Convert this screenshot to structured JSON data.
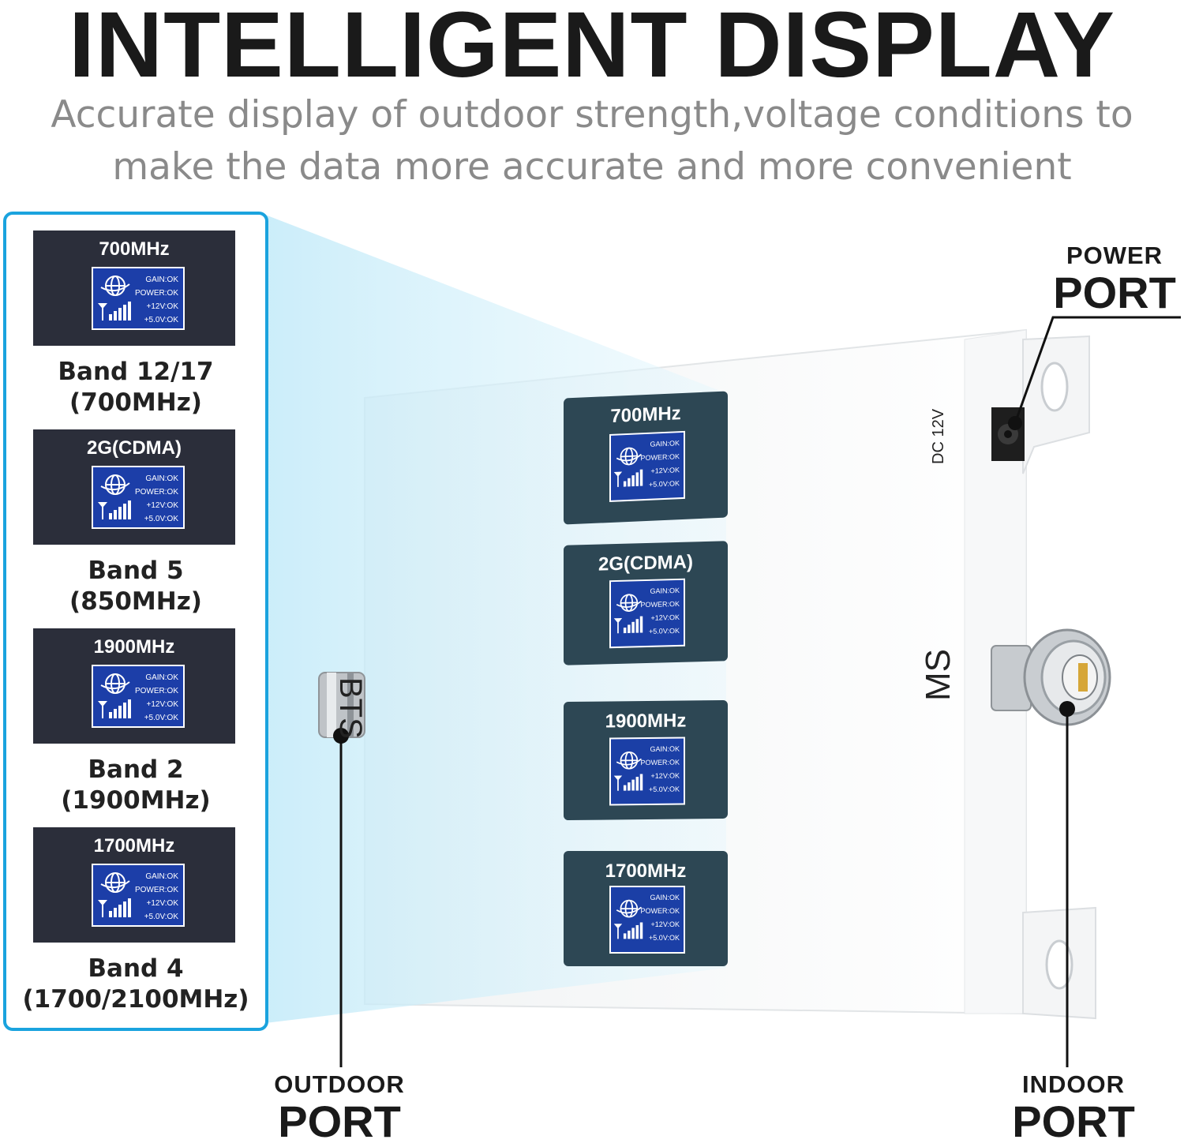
{
  "header": {
    "title": "INTELLIGENT DISPLAY",
    "subtitle_line1": "Accurate display of outdoor strength,voltage conditions to",
    "subtitle_line2": "make the data more accurate and more convenient"
  },
  "lcd_status": [
    "GAIN:OK",
    "POWER:OK",
    "+12V:OK",
    "+5.0V:OK"
  ],
  "bands": [
    {
      "freq": "700MHz",
      "name_line1": "Band 12/17",
      "name_line2": "(700MHz)"
    },
    {
      "freq": "2G(CDMA)",
      "name_line1": "Band 5",
      "name_line2": "(850MHz)"
    },
    {
      "freq": "1900MHz",
      "name_line1": "Band 2",
      "name_line2": "(1900MHz)"
    },
    {
      "freq": "1700MHz",
      "name_line1": "Band 4",
      "name_line2": "(1700/2100MHz)"
    }
  ],
  "device": {
    "bts_label": "BTS",
    "ms_label": "MS",
    "dc_label": "DC 12V"
  },
  "ports": {
    "power": {
      "small": "POWER",
      "big": "PORT"
    },
    "outdoor": {
      "small": "OUTDOOR",
      "big": "PORT"
    },
    "indoor": {
      "small": "INDOOR",
      "big": "PORT"
    }
  },
  "colors": {
    "panel_border": "#1aa3de",
    "card_bg": "#2b2e3a",
    "device_card_bg": "#2d4754",
    "lcd_bg": "#1c3ea8"
  },
  "icons": [
    "globe-icon",
    "signal-bars-icon",
    "antenna-icon"
  ]
}
